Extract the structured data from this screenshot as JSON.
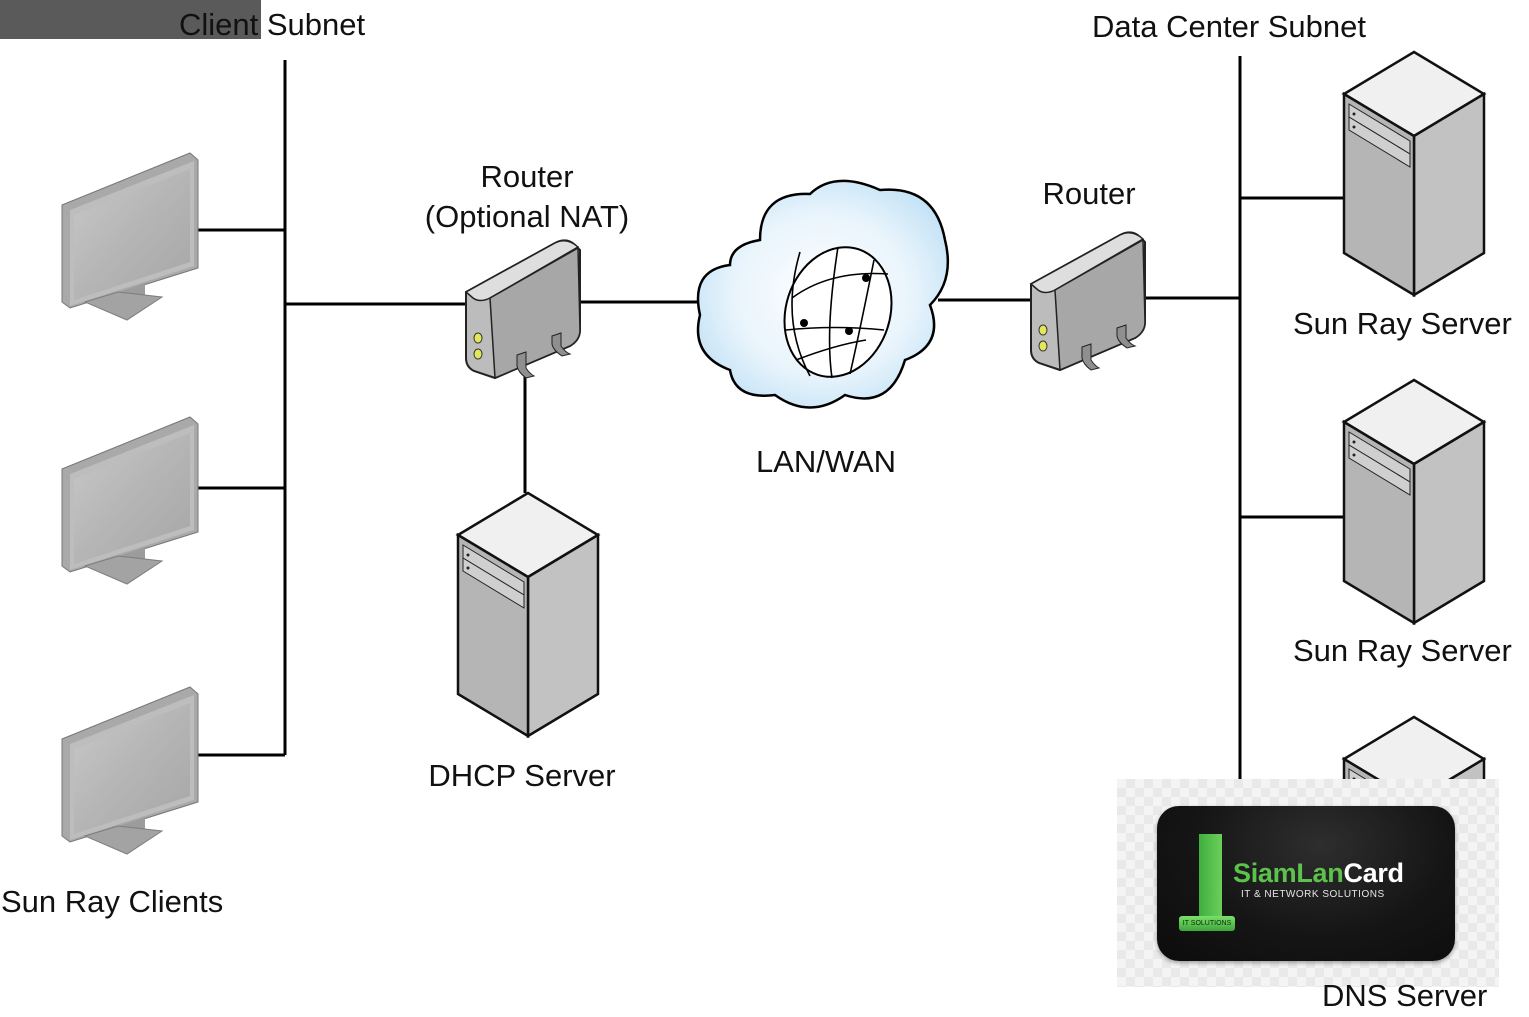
{
  "diagram": {
    "subnets": {
      "client": "Client Subnet",
      "datacenter": "Data Center Subnet"
    },
    "nodes": {
      "client_router": {
        "title": "Router",
        "subtitle": "(Optional NAT)"
      },
      "network": {
        "label": "LAN/WAN"
      },
      "dc_router": {
        "label": "Router"
      },
      "dhcp": {
        "label": "DHCP Server"
      },
      "clients": {
        "label": "Sun Ray Clients",
        "count": 3
      },
      "servers": [
        {
          "label": "Sun Ray Server"
        },
        {
          "label": "Sun Ray Server"
        },
        {
          "label": "DNS Server"
        }
      ]
    },
    "colors": {
      "line": "#000000",
      "device_light": "#d9d9d9",
      "device_dark": "#a9a9a9",
      "led": "#e3e85a",
      "cloud": "#d6ecfa"
    }
  },
  "watermark": {
    "brand_green": "SiamLan",
    "brand_white": "Card",
    "tagline": "IT & NETWORK SOLUTIONS",
    "badge": "IT SOLUTIONS",
    "accent": "#5cc24c"
  }
}
